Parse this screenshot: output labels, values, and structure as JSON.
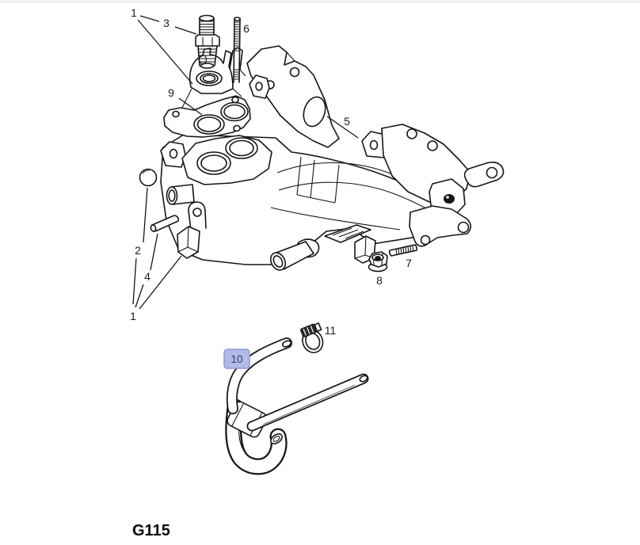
{
  "figure": {
    "code": "G115",
    "selected_part_number": "10"
  },
  "highlight": {
    "fill": "#b2bbe8",
    "border": "#8e9ad8"
  },
  "callouts": {
    "c1_top": "1",
    "c3": "3",
    "c6": "6",
    "c9": "9",
    "c5": "5",
    "c2": "2",
    "c4": "4",
    "c1_bottom": "1",
    "c8": "8",
    "c7": "7",
    "c11": "11",
    "c10": "10"
  },
  "drawing": {
    "line_color": "#161616",
    "background": "#ffffff"
  }
}
